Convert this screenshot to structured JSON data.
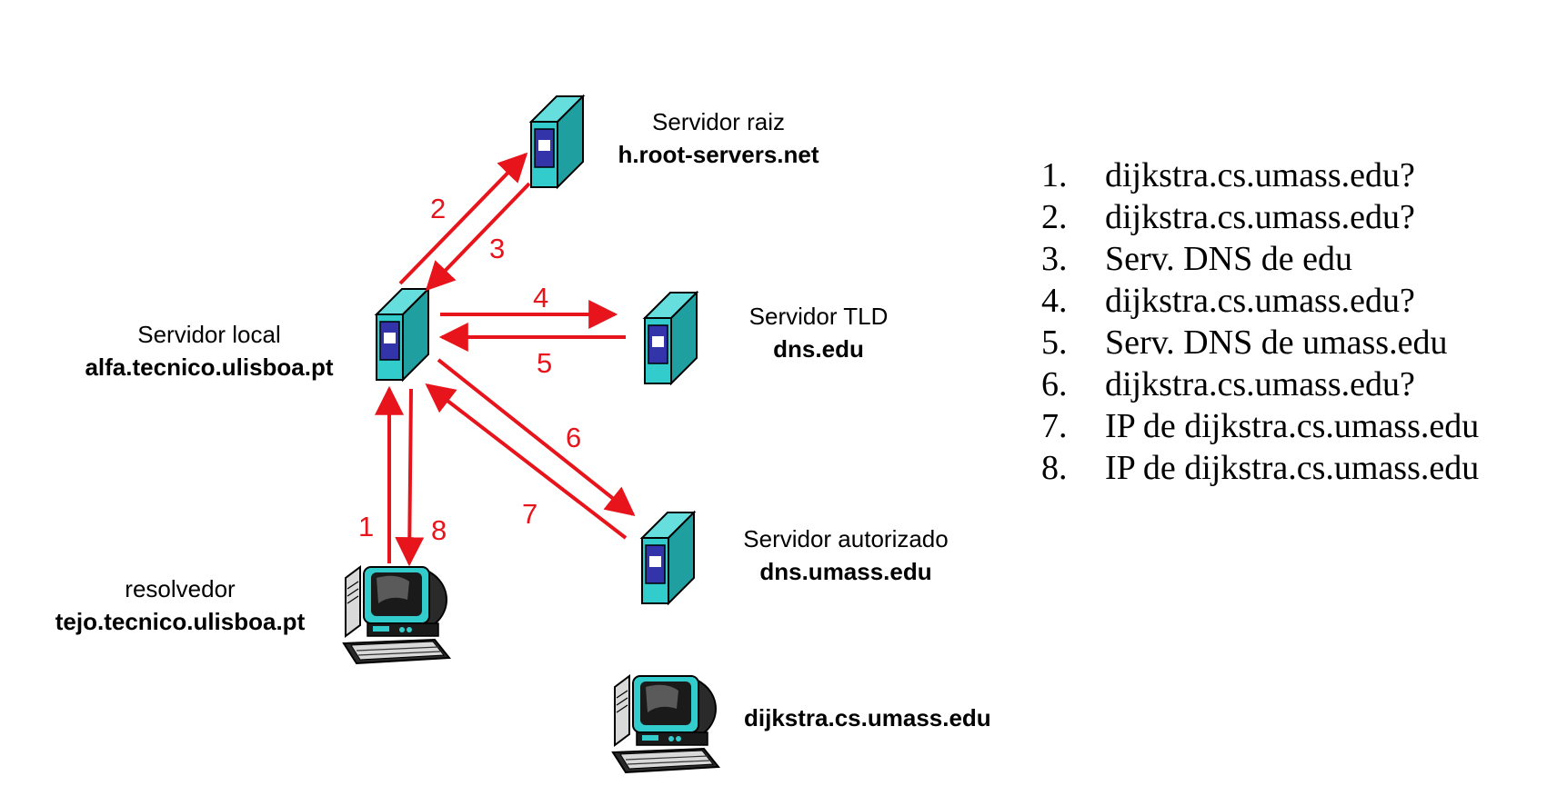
{
  "nodes": {
    "root": {
      "title": "Servidor raiz",
      "host": "h.root-servers.net"
    },
    "local": {
      "title": "Servidor local",
      "host": "alfa.tecnico.ulisboa.pt"
    },
    "tld": {
      "title": "Servidor TLD",
      "host": "dns.edu"
    },
    "auth": {
      "title": "Servidor autorizado",
      "host": "dns.umass.edu"
    },
    "resolver": {
      "title": "resolvedor",
      "host": "tejo.tecnico.ulisboa.pt"
    },
    "target": {
      "host": "dijkstra.cs.umass.edu"
    }
  },
  "arrow_labels": [
    "1",
    "2",
    "3",
    "4",
    "5",
    "6",
    "7",
    "8"
  ],
  "steps": [
    {
      "n": "1.",
      "text": "dijkstra.cs.umass.edu?"
    },
    {
      "n": "2.",
      "text": "dijkstra.cs.umass.edu?"
    },
    {
      "n": "3.",
      "text": "Serv. DNS de edu"
    },
    {
      "n": "4.",
      "text": "dijkstra.cs.umass.edu?"
    },
    {
      "n": "5.",
      "text": "Serv. DNS de umass.edu"
    },
    {
      "n": "6.",
      "text": "dijkstra.cs.umass.edu?"
    },
    {
      "n": "7.",
      "text": "IP de dijkstra.cs.umass.edu"
    },
    {
      "n": "8.",
      "text": "IP de dijkstra.cs.umass.edu"
    }
  ],
  "colors": {
    "arrow": "#e8141b",
    "server_front": "#33cccc",
    "server_side": "#1f9f9f",
    "server_top": "#66dede",
    "panel": "#3333aa"
  },
  "icons": [
    "server-icon",
    "desktop-computer-icon"
  ]
}
